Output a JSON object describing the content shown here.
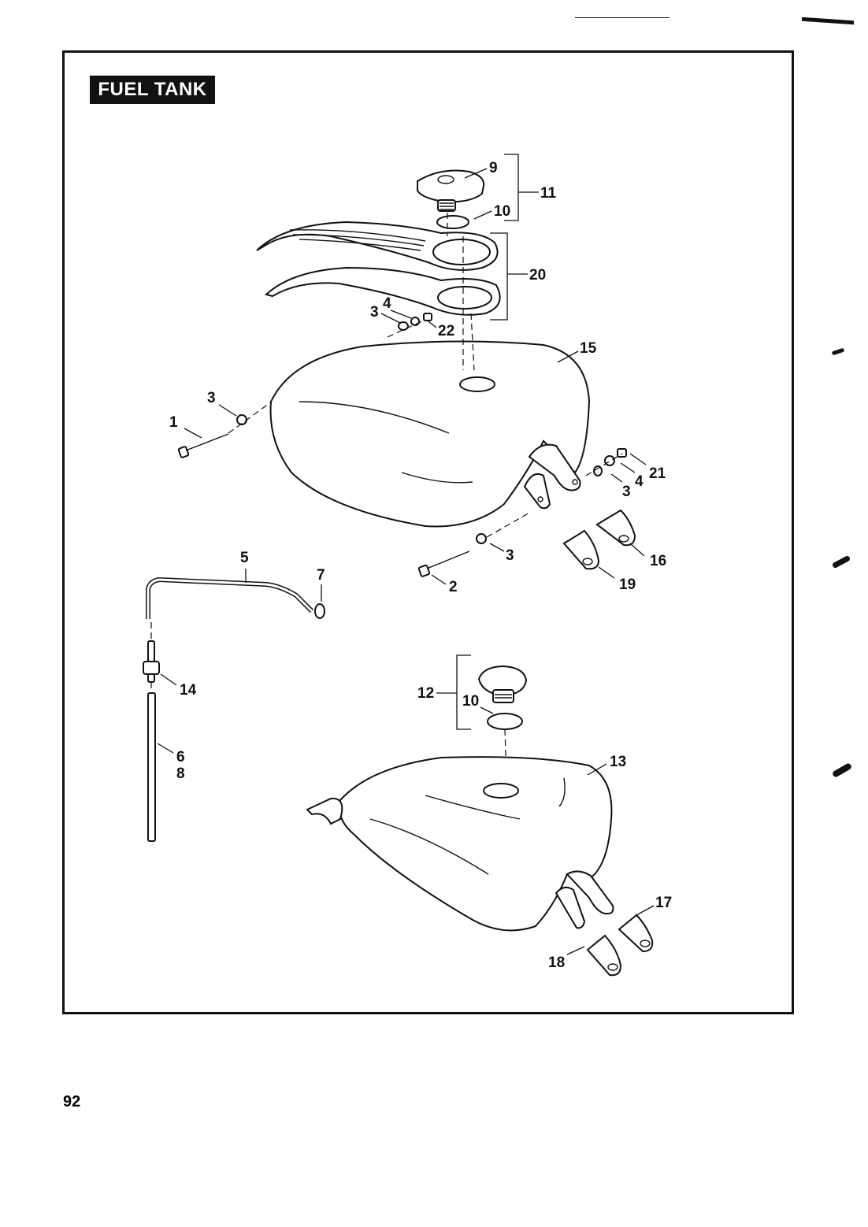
{
  "title": "FUEL TANK",
  "page_number": "92",
  "callouts": {
    "c1": "1",
    "c2": "2",
    "c3a": "3",
    "c3b": "3",
    "c3c": "3",
    "c3d": "3",
    "c4a": "4",
    "c4b": "4",
    "c5": "5",
    "c6": "6",
    "c7": "7",
    "c8": "8",
    "c9": "9",
    "c10a": "10",
    "c10b": "10",
    "c11": "11",
    "c12": "12",
    "c13": "13",
    "c14": "14",
    "c15": "15",
    "c16": "16",
    "c17": "17",
    "c18": "18",
    "c19": "19",
    "c20": "20",
    "c21": "21",
    "c22": "22"
  }
}
